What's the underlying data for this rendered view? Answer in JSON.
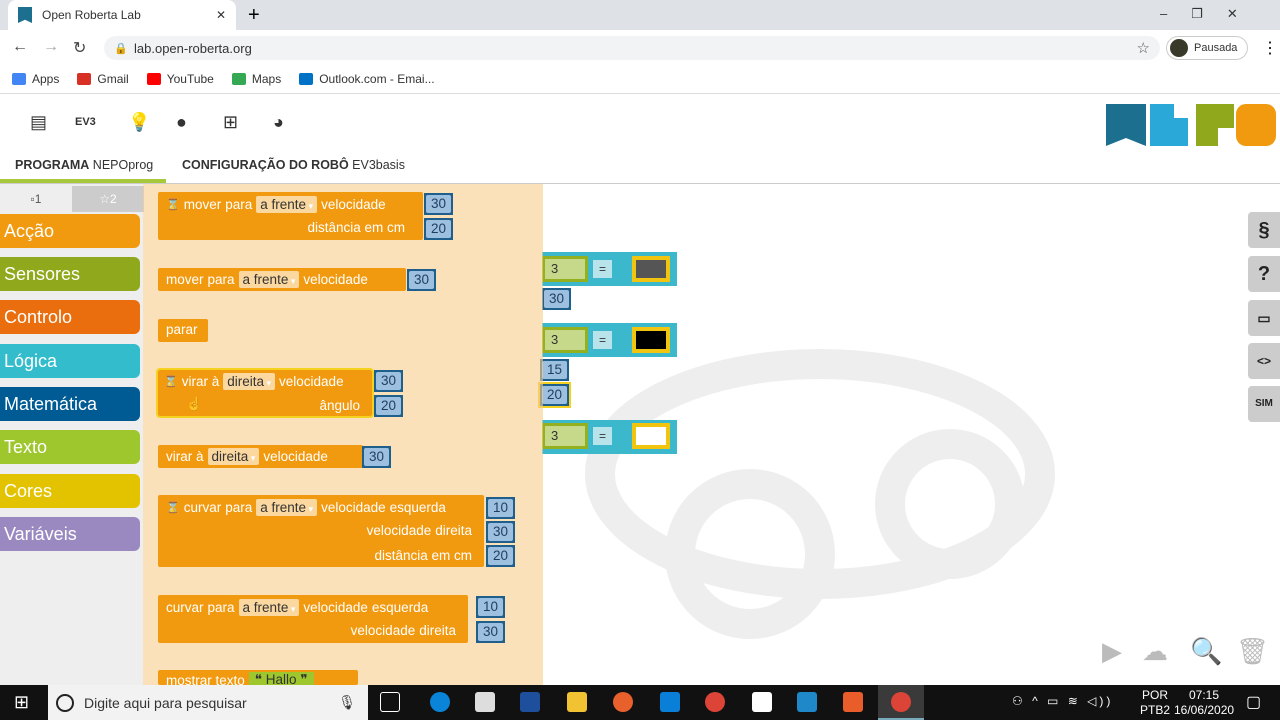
{
  "browser": {
    "tab_title": "Open Roberta Lab",
    "new_tab": "+",
    "url": "lab.open-roberta.org",
    "profile": "Pausada",
    "bookmarks": [
      {
        "label": "Apps",
        "color": "#4285f4"
      },
      {
        "label": "Gmail",
        "color": "#d93025"
      },
      {
        "label": "YouTube",
        "color": "#ff0000"
      },
      {
        "label": "Maps",
        "color": "#34a853"
      },
      {
        "label": "Outlook.com - Emai...",
        "color": "#0072c6"
      }
    ]
  },
  "app": {
    "ev3_label": "EV3",
    "program_tab": {
      "label": "PROGRAMA",
      "name": "NEPOprog"
    },
    "config_tab": {
      "label": "CONFIGURAÇÃO DO ROBÔ",
      "name": "EV3basis"
    },
    "level_tabs": [
      "▫1",
      "☆2"
    ],
    "categories": [
      {
        "label": "Acção",
        "color": "#f29a0f"
      },
      {
        "label": "Sensores",
        "color": "#8fa81c"
      },
      {
        "label": "Controlo",
        "color": "#eb6e0e"
      },
      {
        "label": "Lógica",
        "color": "#33bccc"
      },
      {
        "label": "Matemática",
        "color": "#005a94"
      },
      {
        "label": "Texto",
        "color": "#9ec72d"
      },
      {
        "label": "Cores",
        "color": "#e3c300"
      },
      {
        "label": "Variáveis",
        "color": "#9a89c0"
      }
    ],
    "right_buttons": [
      "§",
      "?",
      "▭",
      "<>",
      "SIM"
    ]
  },
  "blocks": {
    "b1": {
      "w1": "mover",
      "w2": "para",
      "dd": "a frente",
      "w3": "velocidade",
      "v1": "30",
      "w4": "distância em cm",
      "v2": "20"
    },
    "b2": {
      "w1": "mover",
      "w2": "para",
      "dd": "a frente",
      "w3": "velocidade",
      "v1": "30"
    },
    "b3": {
      "w1": "parar"
    },
    "b4": {
      "w1": "virar à",
      "dd": "direita",
      "w2": "velocidade",
      "v1": "30",
      "w3": "ângulo",
      "v2": "20"
    },
    "b5": {
      "w1": "virar à",
      "dd": "direita",
      "w2": "velocidade",
      "v1": "30"
    },
    "b6": {
      "w1": "curvar",
      "w2": "para",
      "dd": "a frente",
      "w3": "velocidade",
      "w4": "esquerda",
      "v1": "10",
      "w5": "velocidade",
      "w6": "direita",
      "v2": "30",
      "w7": "distância em cm",
      "v3": "20"
    },
    "b7": {
      "w1": "curvar",
      "w2": "para",
      "dd": "a frente",
      "w3": "velocidade",
      "w4": "esquerda",
      "v1": "10",
      "w5": "velocidade",
      "w6": "direita",
      "v2": "30"
    },
    "b8": {
      "w1": "mostrar texto",
      "text": "Hallo"
    }
  },
  "program": {
    "port": "3",
    "op": "=",
    "values": [
      "30",
      "15",
      "20"
    ],
    "colors": [
      "#555555",
      "#000000",
      "#ffffff"
    ]
  },
  "taskbar": {
    "search_placeholder": "Digite aqui para pesquisar",
    "lang1": "POR",
    "lang2": "PTB2",
    "time": "07:15",
    "date": "16/06/2020"
  }
}
